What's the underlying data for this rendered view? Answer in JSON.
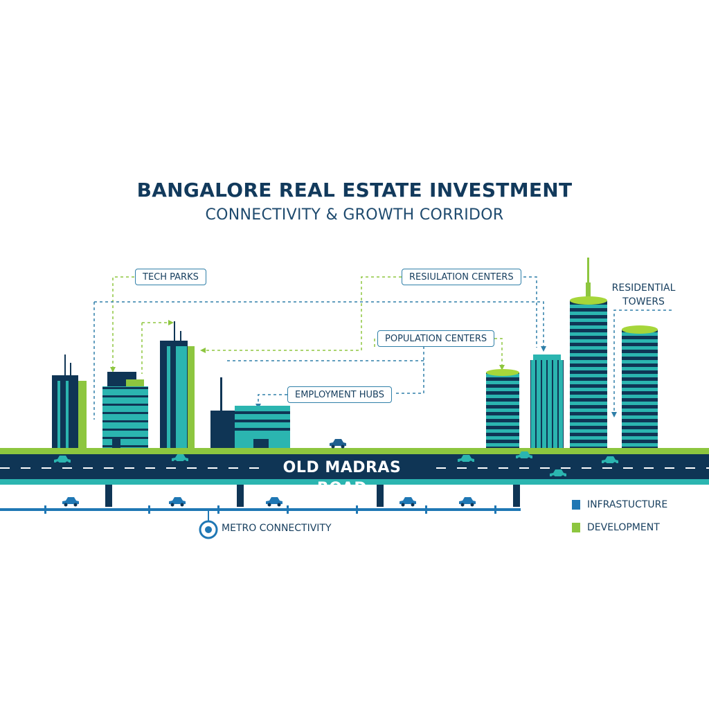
{
  "header": {
    "title": "BANGALORE REAL ESTATE INVESTMENT",
    "subtitle": "CONNECTIVITY & GROWTH CORRIDOR"
  },
  "callouts": {
    "tech_parks": "TECH PARKS",
    "resilation_centers": "RESIULATION CENTERS",
    "population_centers": "POPULATION CENTERS",
    "employment_hubs": "EMPLOYMENT HUBS",
    "residential_towers_line1": "RESIDENTIAL",
    "residential_towers_line2": "TOWERS"
  },
  "road": {
    "label": "OLD MADRAS ROAD"
  },
  "metro": {
    "label": "METRO CONNECTIVITY"
  },
  "legend": {
    "infrastructure": {
      "label": "INFRASTUCTURE",
      "color": "#1f77b4"
    },
    "development": {
      "label": "DEVELOPMENT",
      "color": "#8dc63f"
    }
  },
  "colors": {
    "navy": "#0f3555",
    "teal": "#2bb5b0",
    "teal_light": "#3cc9c0",
    "blue": "#1f77b4",
    "lime": "#8dc63f",
    "lime_bright": "#a6d63a"
  },
  "icons": {
    "car": "car-icon",
    "metro_marker": "metro-marker-icon"
  }
}
